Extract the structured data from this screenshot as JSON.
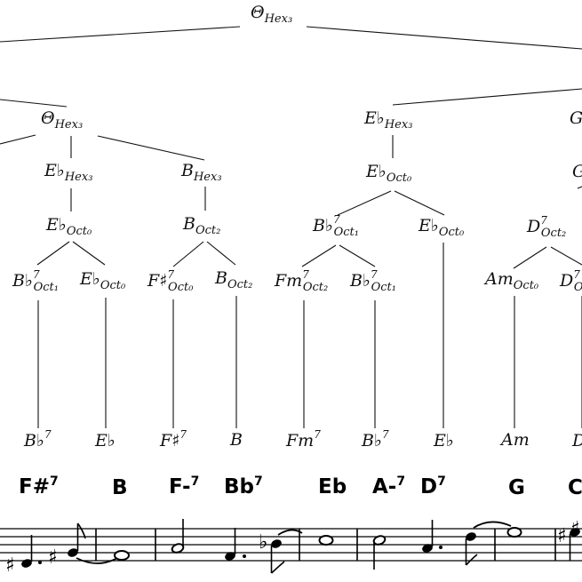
{
  "tree": {
    "root": {
      "base": "Θ",
      "sub": "Hex₃"
    },
    "theta_hex3": {
      "base": "Θ",
      "sub": "Hex₃"
    },
    "eb_hex3_left": {
      "base": "E♭",
      "sub": "Hex₃"
    },
    "b_hex3": {
      "base": "B",
      "sub": "Hex₃"
    },
    "eb_oct0_left": {
      "base": "E♭",
      "sub": "Oct₀"
    },
    "b_oct2": {
      "base": "B",
      "sub": "Oct₂"
    },
    "bb7_oct1_left": {
      "base": "B♭",
      "sup": "7",
      "sub": "Oct₁"
    },
    "eb_oct0_leaf_left": {
      "base": "E♭",
      "sub": "Oct₀"
    },
    "fsharp7_oct0": {
      "base": "F♯",
      "sup": "7",
      "sub": "Oct₀"
    },
    "b_oct2_leaf": {
      "base": "B",
      "sub": "Oct₂"
    },
    "eb_hex3_mid": {
      "base": "E♭",
      "sub": "Hex₃"
    },
    "eb_oct0_mid": {
      "base": "E♭",
      "sub": "Oct₀"
    },
    "bb7_oct1_mid": {
      "base": "B♭",
      "sup": "7",
      "sub": "Oct₁"
    },
    "eb_oct0_mid_right": {
      "base": "E♭",
      "sub": "Oct₀"
    },
    "fm7_oct2": {
      "base": "Fm",
      "sup": "7",
      "sub": "Oct₂"
    },
    "bb7_oct1_leaf_mid": {
      "base": "B♭",
      "sup": "7",
      "sub": "Oct₁"
    },
    "g_partial": {
      "base": "G"
    },
    "g_partial_2": {
      "base": "G"
    },
    "d7_oct2": {
      "base": "D",
      "sup": "7",
      "sub": "Oct₂"
    },
    "am_oct0": {
      "base": "Am",
      "sub": "Oct₀"
    },
    "d7_partial": {
      "base": "D",
      "sup": "7",
      "sub": "O"
    }
  },
  "leaves": [
    {
      "base": "B♭",
      "sup": "7"
    },
    {
      "base": "E♭"
    },
    {
      "base": "F♯",
      "sup": "7"
    },
    {
      "base": "B"
    },
    {
      "base": "Fm",
      "sup": "7"
    },
    {
      "base": "B♭",
      "sup": "7"
    },
    {
      "base": "E♭"
    },
    {
      "base": "Am"
    },
    {
      "base": "D"
    }
  ],
  "chord_symbols": [
    {
      "base": "F#",
      "sup": "7"
    },
    {
      "base": "B"
    },
    {
      "base": "F-",
      "sup": "7"
    },
    {
      "base": "Bb",
      "sup": "7"
    },
    {
      "base": "Eb"
    },
    {
      "base": "A-",
      "sup": "7"
    },
    {
      "base": "D",
      "sup": "7"
    },
    {
      "base": "G"
    },
    {
      "base": "C"
    }
  ]
}
